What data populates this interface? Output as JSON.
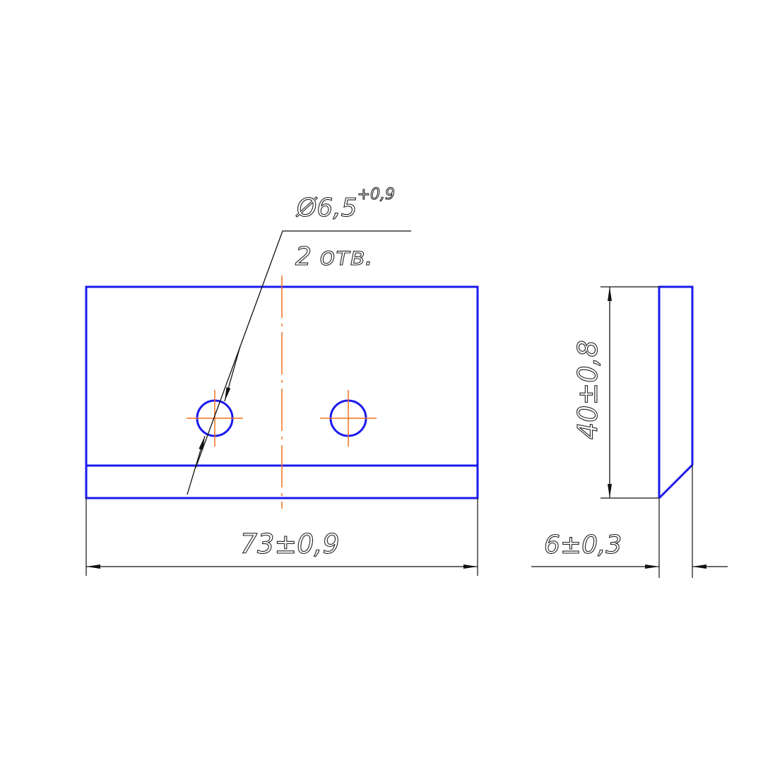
{
  "drawing": {
    "hole_diameter": "Ø6,5",
    "hole_tolerance": "+0,9",
    "hole_count": "2 отв.",
    "length_dim": "73±0,9",
    "height_dim": "40±0,8",
    "thickness_dim": "6±0,3"
  },
  "colors": {
    "outline": "#1a1aee",
    "centerline": "#f07020",
    "dimension": "#111111"
  }
}
